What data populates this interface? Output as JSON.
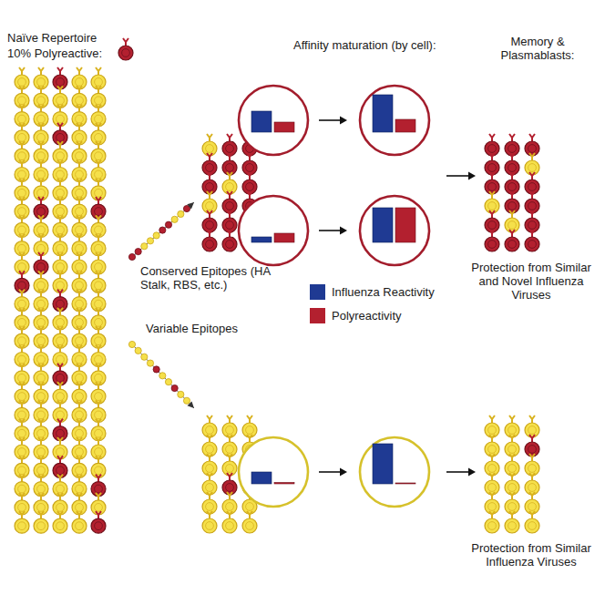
{
  "diagram": {
    "labels": [
      "Naïve Repertoire",
      "10% Polyreactive:",
      "Affinity maturation (by cell):",
      "Memory & Plasmablasts:",
      "Conserved Epitopes (HA Stalk, RBS, etc.)",
      "Variable Epitopes",
      "Protection from Similar and Novel Influenza Viruses",
      "Protection from Similar Influenza Viruses"
    ],
    "legend": [
      {
        "text": "Influenza Reactivity",
        "color": "#1f3a93"
      },
      {
        "text": "Polyreactivity",
        "color": "#b3202f"
      }
    ]
  }
}
